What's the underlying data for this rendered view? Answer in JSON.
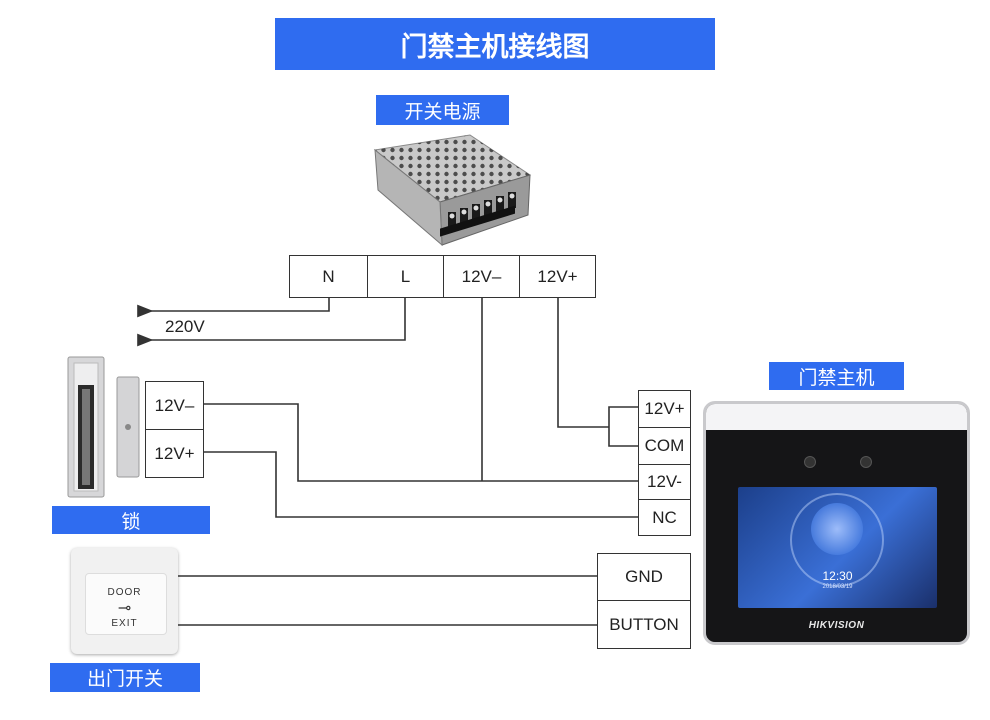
{
  "title": "门禁主机接线图",
  "power_supply": {
    "label": "开关电源",
    "terminals": [
      "N",
      "L",
      "12V–",
      "12V+"
    ]
  },
  "mains": {
    "label": "220V"
  },
  "lock": {
    "label": "锁",
    "terminals": [
      "12V–",
      "12V+"
    ]
  },
  "exit_switch": {
    "label": "出门开关",
    "plate_text_top": "DOOR",
    "plate_text_bottom": "EXIT"
  },
  "controller": {
    "label": "门禁主机",
    "terminals_top": [
      "12V+",
      "COM",
      "12V-",
      "NC"
    ],
    "terminals_bottom": [
      "GND",
      "BUTTON"
    ],
    "screen_time": "12:30",
    "screen_date": "2018/03/19",
    "brand": "HIKVISION"
  },
  "colors": {
    "banner": "#2f6cf0",
    "wire": "#333333"
  }
}
